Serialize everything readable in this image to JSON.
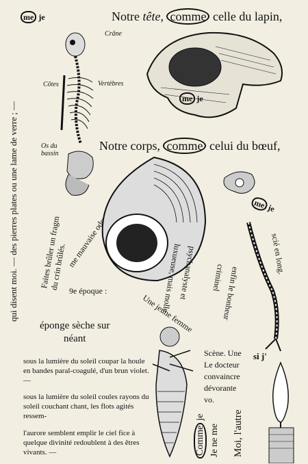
{
  "top_left_word": {
    "circled": "me",
    "rest": "je"
  },
  "line_head": {
    "before": "Notre ",
    "italic": "tête,",
    "circled": "comme",
    "after": " celle du lapin,"
  },
  "skeleton": {
    "crane": "Crâne",
    "cotes": "Côtes",
    "vertebres": "Vertèbres",
    "os_du": "Os du",
    "bassin": "bassin"
  },
  "skull_label": {
    "circled": "me",
    "rest": "je"
  },
  "line_body": {
    "before": "Notre corps, ",
    "circled": "comme",
    "after": " celui du bœuf,"
  },
  "vertical_left": "qui disent moi. — des pierres plates ou une lame de verre ; —",
  "faites": [
    "Faites brûler un fragm",
    "du crin brûlés."
  ],
  "mauvaise": "me mauvaise odeur ?",
  "epoque": "9e époque :",
  "jeune_femme": "Une jeune femme",
  "psych": [
    "psychanalyste et",
    "luxueuse, mais molle"
  ],
  "bonheur": [
    "enfin le bonheur",
    "criminel"
  ],
  "vertebra_label": {
    "circled": "me",
    "rest": "je"
  },
  "scie": "scié en long.",
  "eponge": [
    "éponge sèche sur",
    "néant"
  ],
  "para1": "sous la lumière du soleil coupar la houle en bandes paral-coagulé, d'un brun violet. —",
  "para2": "sous la lumière du soleil coules rayons du soleil couchant chant, les flots agités ressem-",
  "para3": "l'aurore semblent emplir le ciel fice à quelque divinité redoublent à des êtres vivants. —",
  "docteur": [
    "Scène. Une",
    "Le docteur",
    "convaincre",
    "dévorante",
    "vo."
  ],
  "si_j": "si j'",
  "comme_je": {
    "circled": "Comme",
    "rest": "je"
  },
  "je_ne_me": "Je ne me",
  "moi_autre": "Moi, l'autre"
}
